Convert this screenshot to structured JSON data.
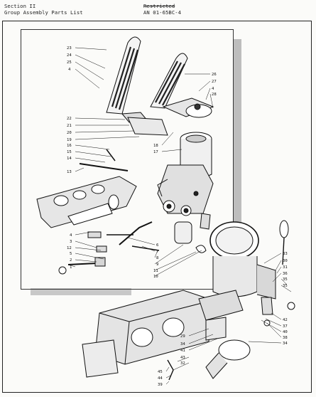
{
  "header": {
    "section": "Section II",
    "subtitle": "Group Assembly Parts List",
    "restriction": "Restricted",
    "doc_number": "AN 01-65BC-4"
  },
  "callouts": [
    {
      "id": "c23",
      "label": "23"
    },
    {
      "id": "c24",
      "label": "24"
    },
    {
      "id": "c25a",
      "label": "25"
    },
    {
      "id": "c4a",
      "label": "4"
    },
    {
      "id": "c26",
      "label": "26"
    },
    {
      "id": "c27",
      "label": "27"
    },
    {
      "id": "c4b",
      "label": "4"
    },
    {
      "id": "c28",
      "label": "28"
    },
    {
      "id": "c22",
      "label": "22"
    },
    {
      "id": "c21",
      "label": "21"
    },
    {
      "id": "c20",
      "label": "20"
    },
    {
      "id": "c19",
      "label": "19"
    },
    {
      "id": "c16",
      "label": "16"
    },
    {
      "id": "c15",
      "label": "15"
    },
    {
      "id": "c14",
      "label": "14"
    },
    {
      "id": "c13",
      "label": "13"
    },
    {
      "id": "c18",
      "label": "18"
    },
    {
      "id": "c17",
      "label": "17"
    },
    {
      "id": "c4c",
      "label": "4"
    },
    {
      "id": "c3",
      "label": "3"
    },
    {
      "id": "c12",
      "label": "12"
    },
    {
      "id": "c5",
      "label": "5"
    },
    {
      "id": "c2",
      "label": "2"
    },
    {
      "id": "c1",
      "label": "1"
    },
    {
      "id": "c6",
      "label": "6"
    },
    {
      "id": "c7",
      "label": "7"
    },
    {
      "id": "c8",
      "label": "8"
    },
    {
      "id": "c9",
      "label": "9"
    },
    {
      "id": "c11",
      "label": "11"
    },
    {
      "id": "c10",
      "label": "10"
    },
    {
      "id": "c33",
      "label": "33"
    },
    {
      "id": "c30",
      "label": "30"
    },
    {
      "id": "c31",
      "label": "31"
    },
    {
      "id": "c36",
      "label": "36"
    },
    {
      "id": "c35a",
      "label": "35"
    },
    {
      "id": "c35b",
      "label": "35"
    },
    {
      "id": "c42",
      "label": "42"
    },
    {
      "id": "c37",
      "label": "37"
    },
    {
      "id": "c40",
      "label": "40"
    },
    {
      "id": "c38",
      "label": "38"
    },
    {
      "id": "c34a",
      "label": "34"
    },
    {
      "id": "c29",
      "label": "29"
    },
    {
      "id": "c34b",
      "label": "34"
    },
    {
      "id": "c41",
      "label": "41"
    },
    {
      "id": "c43",
      "label": "43"
    },
    {
      "id": "c32",
      "label": "32"
    },
    {
      "id": "c45",
      "label": "45"
    },
    {
      "id": "c44",
      "label": "44"
    },
    {
      "id": "c39",
      "label": "39"
    }
  ]
}
